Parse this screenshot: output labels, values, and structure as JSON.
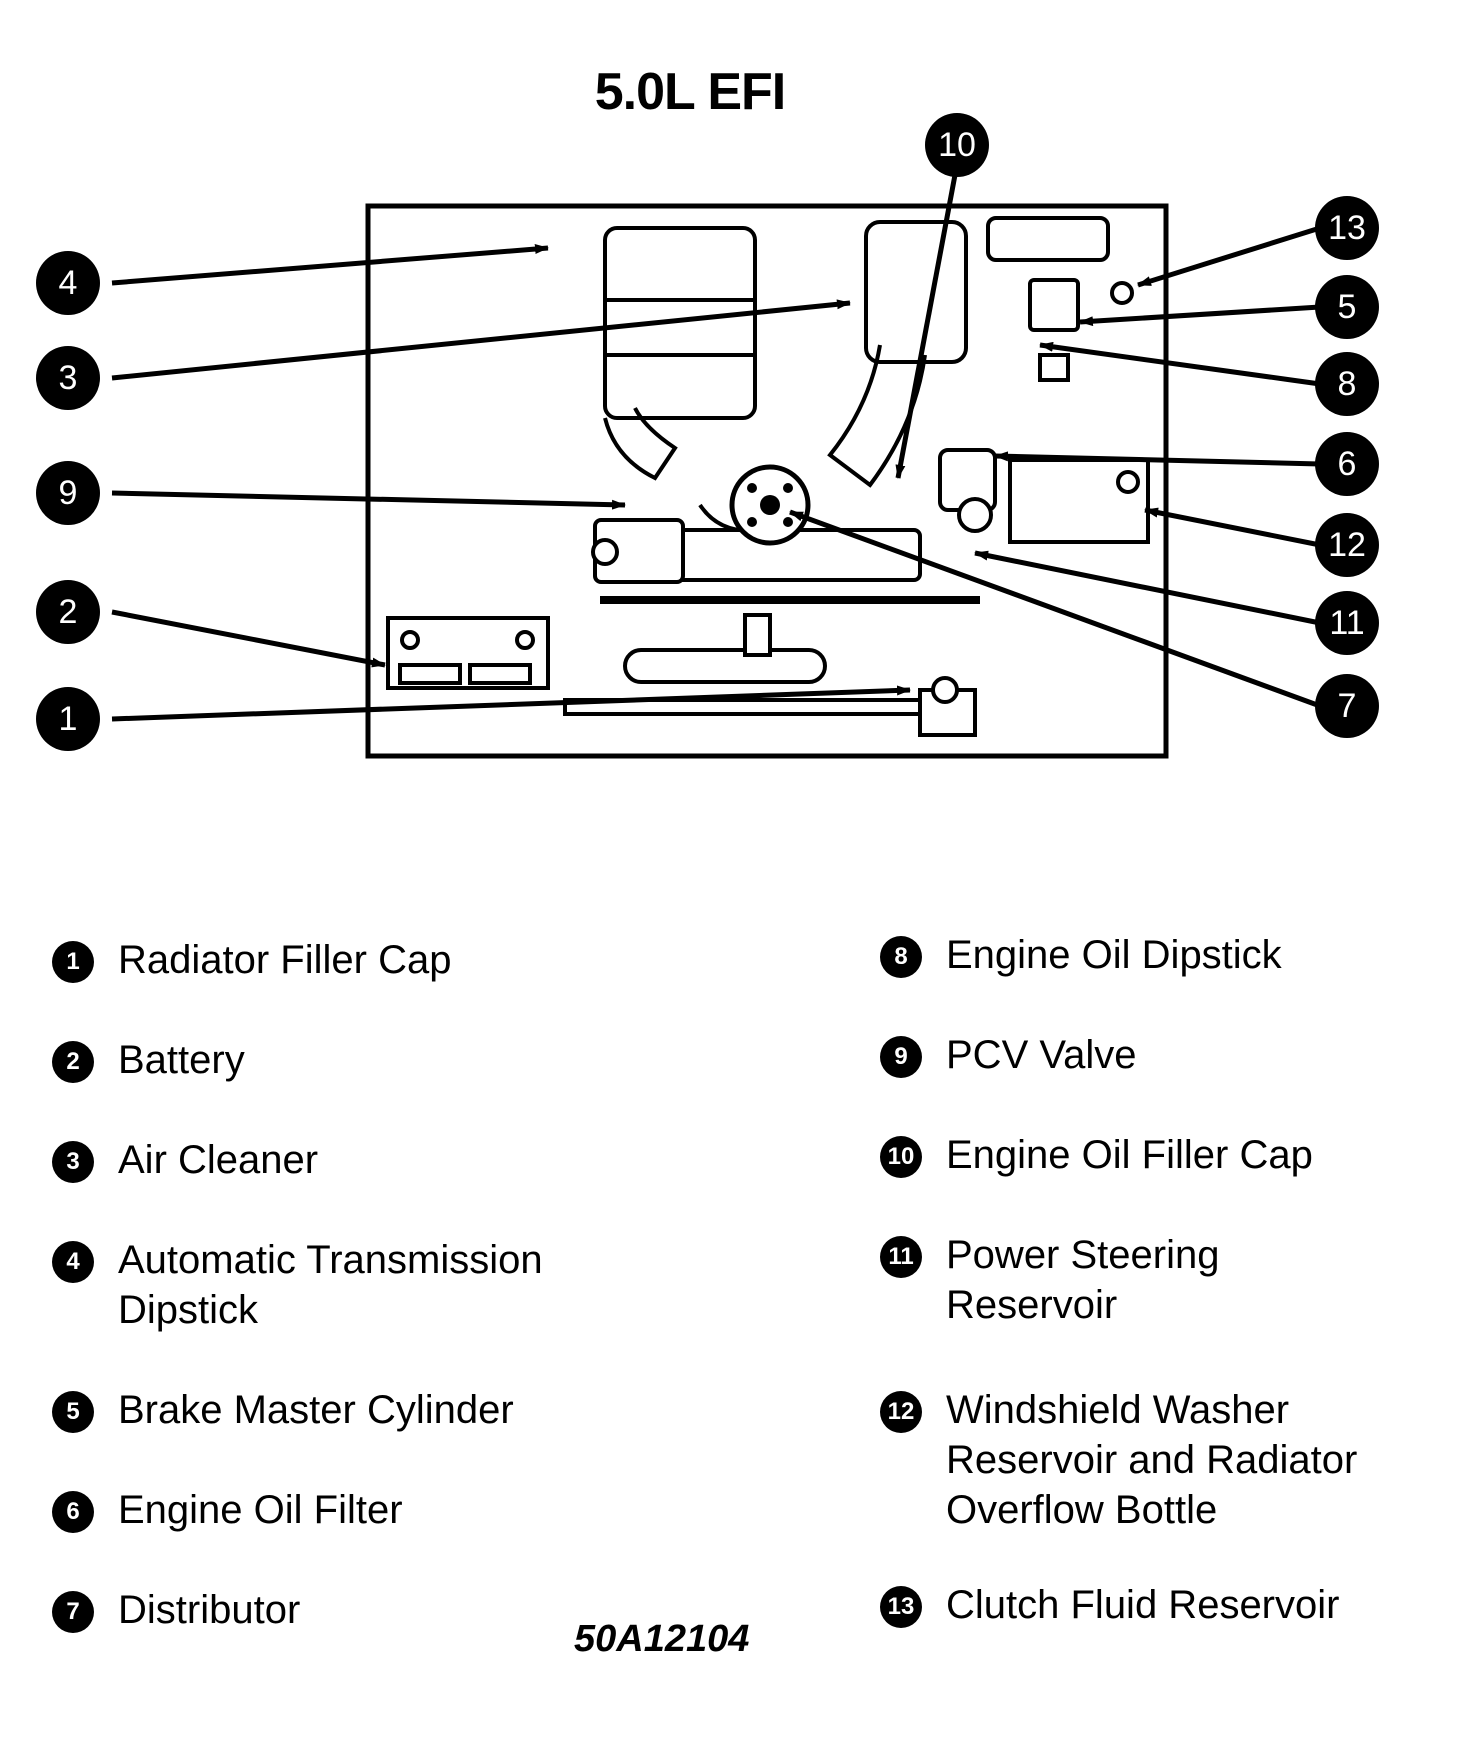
{
  "title": "5.0L EFI",
  "figure_code": "50A12104",
  "callouts": [
    "1",
    "2",
    "3",
    "4",
    "5",
    "6",
    "7",
    "8",
    "9",
    "10",
    "11",
    "12",
    "13"
  ],
  "legend": [
    {
      "num": "1",
      "label": "Radiator Filler Cap"
    },
    {
      "num": "2",
      "label": "Battery"
    },
    {
      "num": "3",
      "label": "Air Cleaner"
    },
    {
      "num": "4",
      "label": "Automatic Transmission\nDipstick"
    },
    {
      "num": "5",
      "label": "Brake Master Cylinder"
    },
    {
      "num": "6",
      "label": "Engine Oil Filter"
    },
    {
      "num": "7",
      "label": "Distributor"
    },
    {
      "num": "8",
      "label": "Engine Oil Dipstick"
    },
    {
      "num": "9",
      "label": "PCV Valve"
    },
    {
      "num": "10",
      "label": "Engine Oil Filler Cap"
    },
    {
      "num": "11",
      "label": "Power Steering\nReservoir"
    },
    {
      "num": "12",
      "label": "Windshield Washer\nReservoir and Radiator\nOverflow Bottle"
    },
    {
      "num": "13",
      "label": "Clutch Fluid Reservoir"
    }
  ]
}
